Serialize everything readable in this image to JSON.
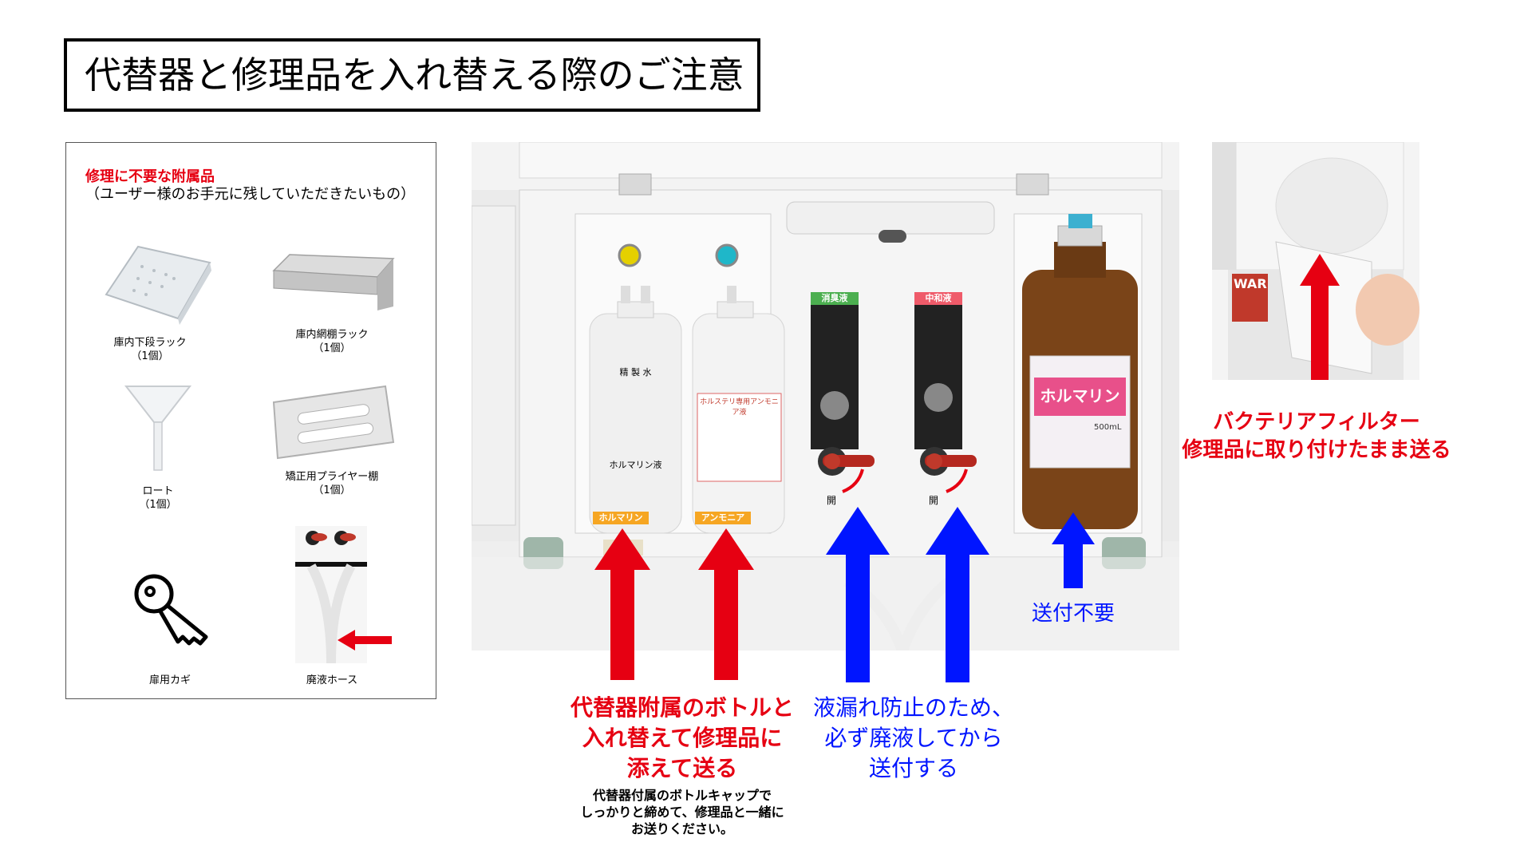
{
  "page_title": "代替器と修理品を入れ替える際のご注意",
  "accessories": {
    "heading": "修理に不要な附属品",
    "subheading": "（ユーザー様のお手元に残していただきたいもの）",
    "items": [
      {
        "label": "庫内下段ラック\n（1個）"
      },
      {
        "label": "庫内網棚ラック\n（1個）"
      },
      {
        "label": "ロート\n（1個）"
      },
      {
        "label": "矯正用プライヤー棚\n（1個）"
      },
      {
        "label": "扉用カギ"
      },
      {
        "label": "廃液ホース"
      }
    ]
  },
  "machine": {
    "bottle_water_label1": "精 製 水",
    "bottle_water_label2": "ホルマリン液",
    "bottle_ammonia_label": "ホルステリ専用アンモニア液",
    "tag_formalin": "ホルマリン",
    "tag_ammonia": "アンモニア",
    "tag_deodorant": "消臭液",
    "tag_neutralizer": "中和液",
    "open_label_1": "開",
    "open_label_2": "開",
    "formalin_bottle_label": "ホルマリン",
    "formalin_bottle_volume": "500mL",
    "warning_label": "WAR"
  },
  "annotations": {
    "send_not_required": "送付不要",
    "bacteria_filter_line1": "バクテリアフィルター",
    "bacteria_filter_line2": "修理品に取り付けたまま送る",
    "replace_bottles_line1": "代替器附属のボトルと",
    "replace_bottles_line2": "入れ替えて修理品に",
    "replace_bottles_line3": "添えて送る",
    "replace_bottles_note1": "代替器付属のボトルキャップで",
    "replace_bottles_note2": "しっかりと締めて、修理品と一緒に",
    "replace_bottles_note3": "お送りください。",
    "drain_line1": "液漏れ防止のため、",
    "drain_line2": "必ず廃液してから",
    "drain_line3": "送付する"
  },
  "colors": {
    "red": "#e60012",
    "blue": "#0015ff",
    "orange_tag": "#f6a623",
    "green_tag": "#4caf50",
    "pink_tag": "#ef5b6a"
  }
}
